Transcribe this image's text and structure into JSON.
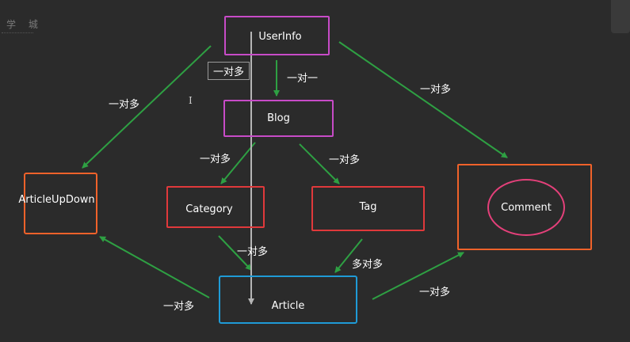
{
  "watermark": "学 城",
  "nodes": {
    "userinfo": "UserInfo",
    "blog": "Blog",
    "category": "Category",
    "tag": "Tag",
    "article_updown": "ArticleUpDown",
    "comment": "Comment",
    "article": "Article"
  },
  "edge_labels": {
    "userinfo_blog_boxed": "一对多",
    "userinfo_blog": "一对一",
    "userinfo_updown": "一对多",
    "userinfo_comment": "一对多",
    "blog_category": "一对多",
    "blog_tag": "一对多",
    "category_article": "一对多",
    "tag_article": "多对多",
    "article_updown": "一对多",
    "article_comment": "一对多"
  },
  "colors": {
    "background": "#2b2b2b",
    "edge_green": "#2ea043",
    "edge_gray": "#b5b5b5",
    "border_purple": "#c74bc7",
    "border_red": "#e0393b",
    "border_orange": "#f0622a",
    "border_blue": "#1f9bd6",
    "ellipse_pink": "#e4407a"
  }
}
